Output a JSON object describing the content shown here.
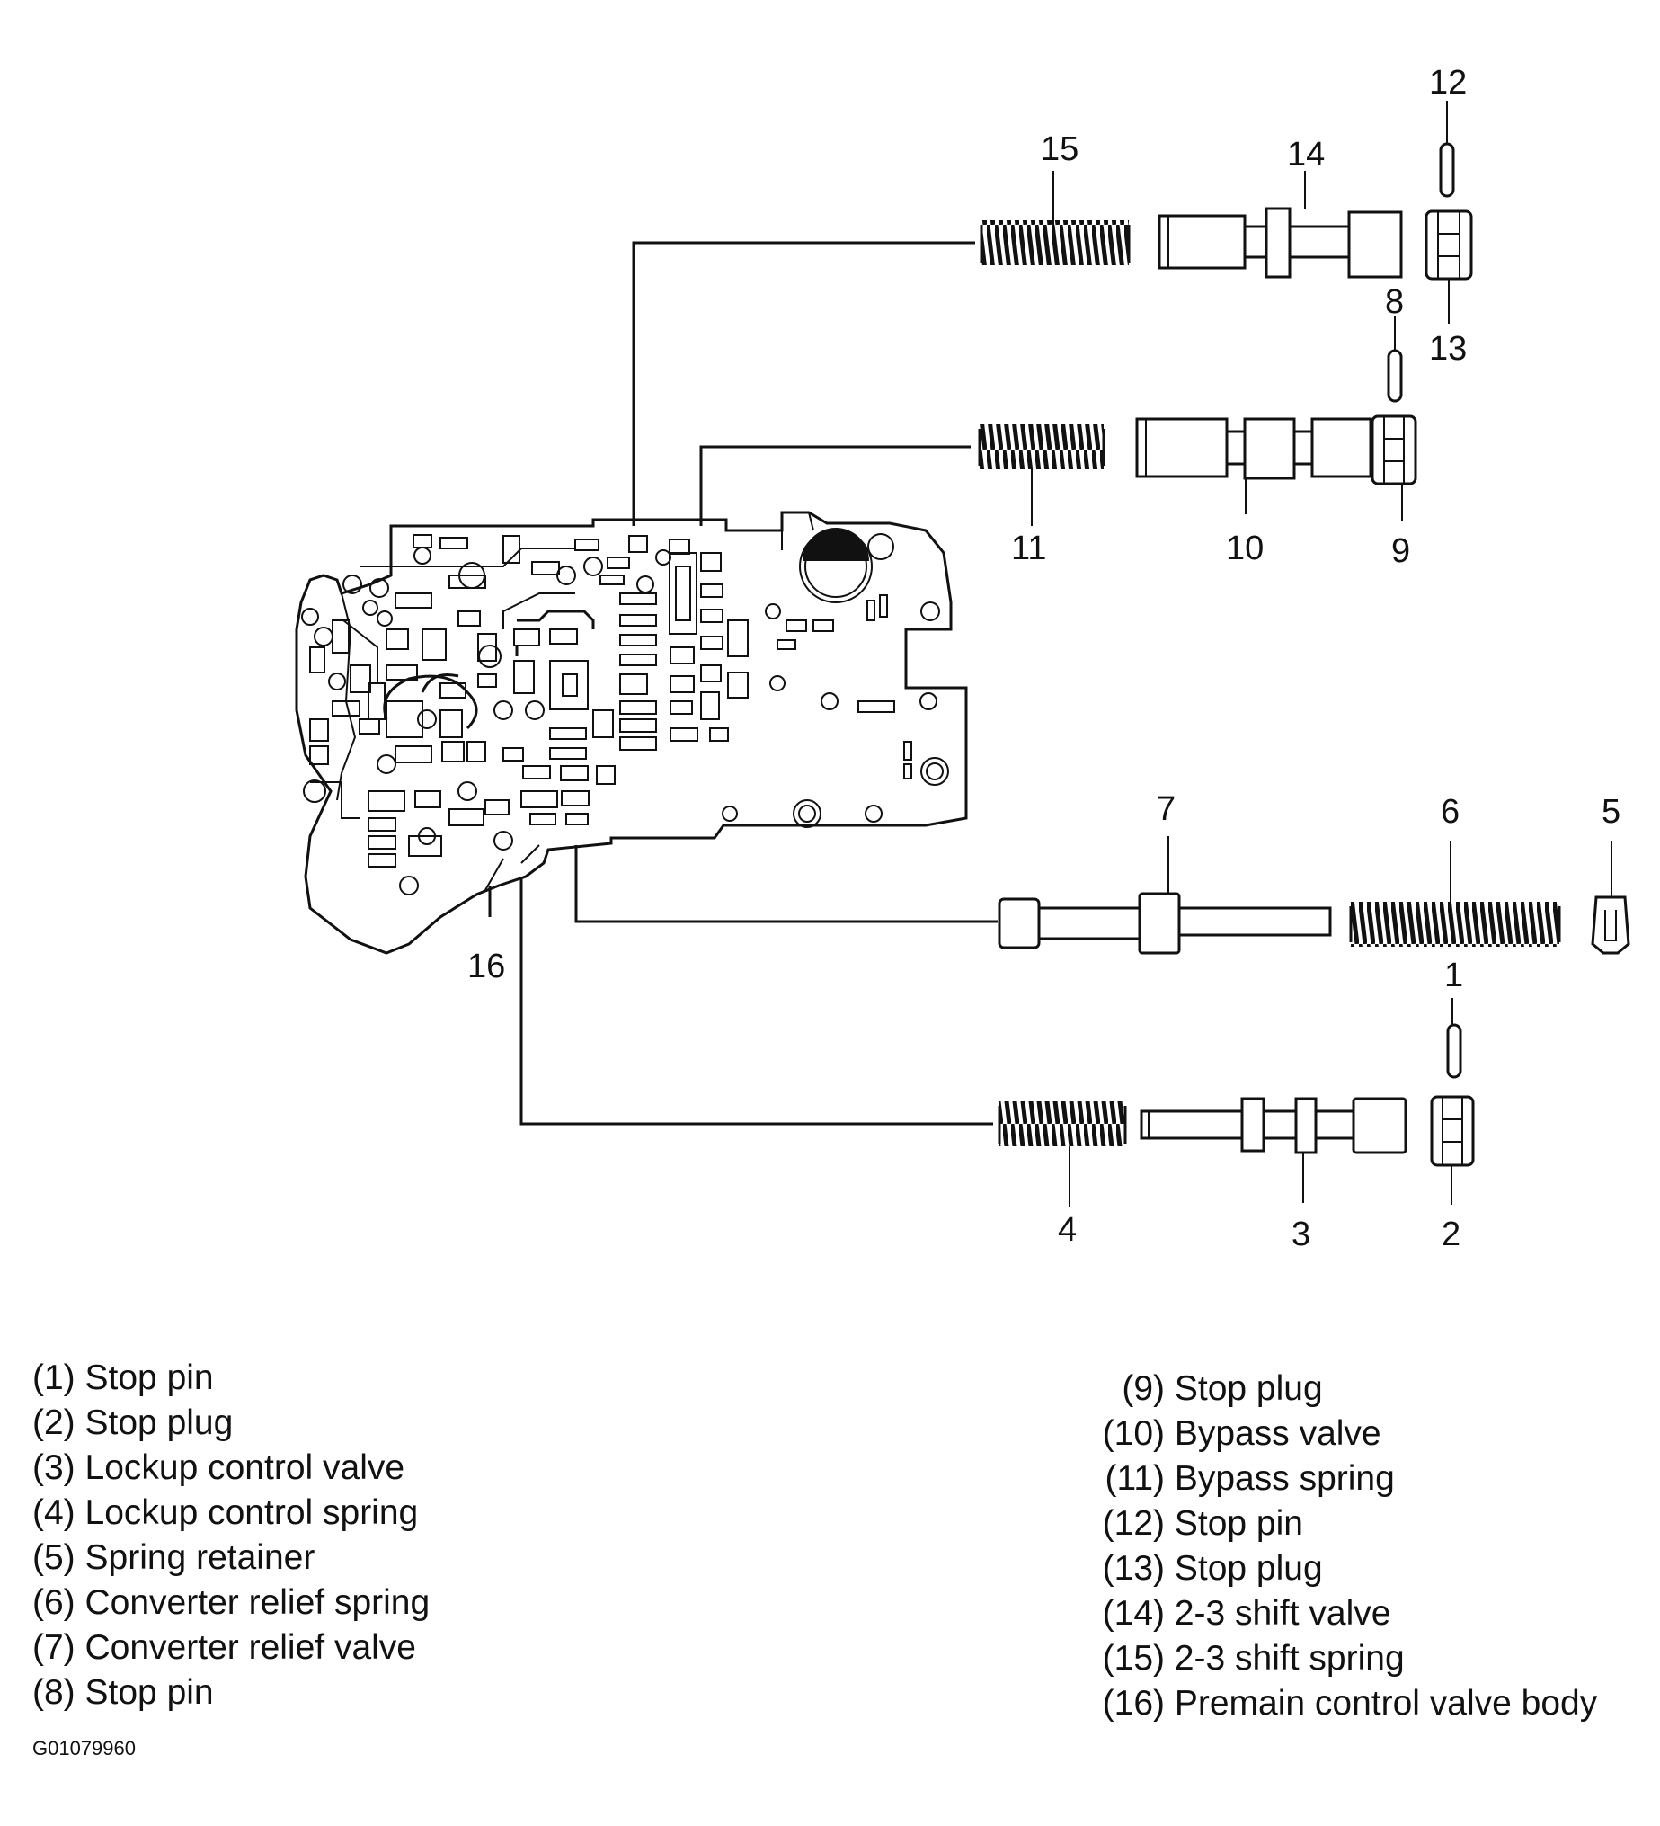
{
  "callouts": [
    "1",
    "2",
    "3",
    "4",
    "5",
    "6",
    "7",
    "8",
    "9",
    "10",
    "11",
    "12",
    "13",
    "14",
    "15",
    "16"
  ],
  "legend_left": [
    {
      "num": "(1)",
      "label": "Stop pin"
    },
    {
      "num": "(2)",
      "label": "Stop plug"
    },
    {
      "num": "(3)",
      "label": "Lockup control valve"
    },
    {
      "num": "(4)",
      "label": "Lockup control spring"
    },
    {
      "num": "(5)",
      "label": "Spring retainer"
    },
    {
      "num": "(6)",
      "label": "Converter relief spring"
    },
    {
      "num": "(7)",
      "label": "Converter relief valve"
    },
    {
      "num": "(8)",
      "label": "Stop pin"
    }
  ],
  "legend_right": [
    {
      "num": "(9)",
      "label": "Stop plug"
    },
    {
      "num": "(10)",
      "label": "Bypass valve"
    },
    {
      "num": "(11)",
      "label": "Bypass spring"
    },
    {
      "num": "(12)",
      "label": "Stop pin"
    },
    {
      "num": "(13)",
      "label": "Stop plug"
    },
    {
      "num": "(14)",
      "label": "2-3 shift valve"
    },
    {
      "num": "(15)",
      "label": "2-3 shift spring"
    },
    {
      "num": "(16)",
      "label": "Premain control valve body"
    }
  ],
  "figure_id": "G01079960"
}
